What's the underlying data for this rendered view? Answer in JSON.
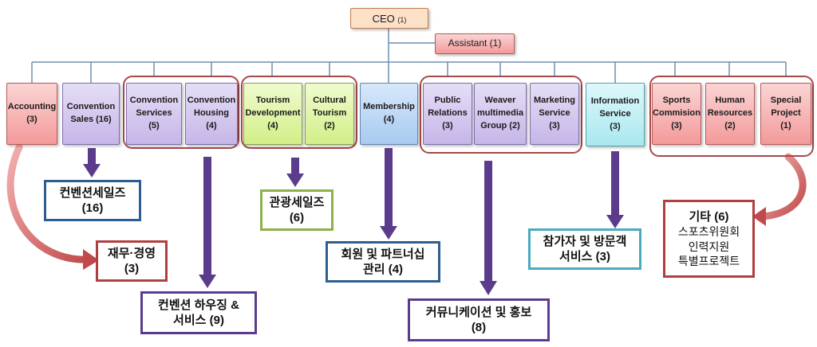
{
  "top": {
    "ceo": {
      "label": "CEO",
      "count": "(1)"
    },
    "assistant": {
      "label": "Assistant (1)"
    }
  },
  "departments": [
    {
      "line1": "Accounting",
      "line2": "(3)"
    },
    {
      "line1": "Convention",
      "line2": "Sales (16)"
    },
    {
      "line1": "Convention",
      "line2": "Services",
      "line3": "(5)"
    },
    {
      "line1": "Convention",
      "line2": "Housing",
      "line3": "(4)"
    },
    {
      "line1": "Tourism",
      "line2": "Development",
      "line3": "(4)"
    },
    {
      "line1": "Cultural",
      "line2": "Tourism",
      "line3": "(2)"
    },
    {
      "line1": "Membership",
      "line2": "(4)"
    },
    {
      "line1": "Public",
      "line2": "Relations",
      "line3": "(3)"
    },
    {
      "line1": "Weaver",
      "line2": "multimedia",
      "line3": "Group (2)"
    },
    {
      "line1": "Marketing",
      "line2": "Service",
      "line3": "(3)"
    },
    {
      "line1": "Information",
      "line2": "Service",
      "line3": "(3)"
    },
    {
      "line1": "Sports",
      "line2": "Commision",
      "line3": "(3)"
    },
    {
      "line1": "Human",
      "line2": "Resources",
      "line3": "(2)"
    },
    {
      "line1": "Special",
      "line2": "Project",
      "line3": "(1)"
    }
  ],
  "functions": {
    "convention_sales": {
      "line1": "컨벤션세일즈",
      "line2": "(16)"
    },
    "tourism_sales": {
      "line1": "관광세일즈",
      "line2": "(6)"
    },
    "finance": {
      "line1": "재무·경영",
      "line2": "(3)"
    },
    "member_partner": {
      "line1": "회원 및 파트너십",
      "line2": "관리 (4)"
    },
    "visitor_service": {
      "line1": "참가자 및 방문객",
      "line2": "서비스 (3)"
    },
    "housing_service": {
      "line1": "컨벤션 하우징 &",
      "line2": "서비스 (9)"
    },
    "communication": {
      "line1": "커뮤니케이션 및 홍보",
      "line2": "(8)"
    },
    "other": {
      "title": "기타 (6)",
      "items": [
        "스포츠위원회",
        "인력지원",
        "특별프로젝트"
      ]
    }
  },
  "colors": {
    "connector": "#6e8fb0",
    "down_arrow": "#5b3c8c",
    "curved_arrow": "#c04a4a",
    "group_outline": "#a54848"
  }
}
